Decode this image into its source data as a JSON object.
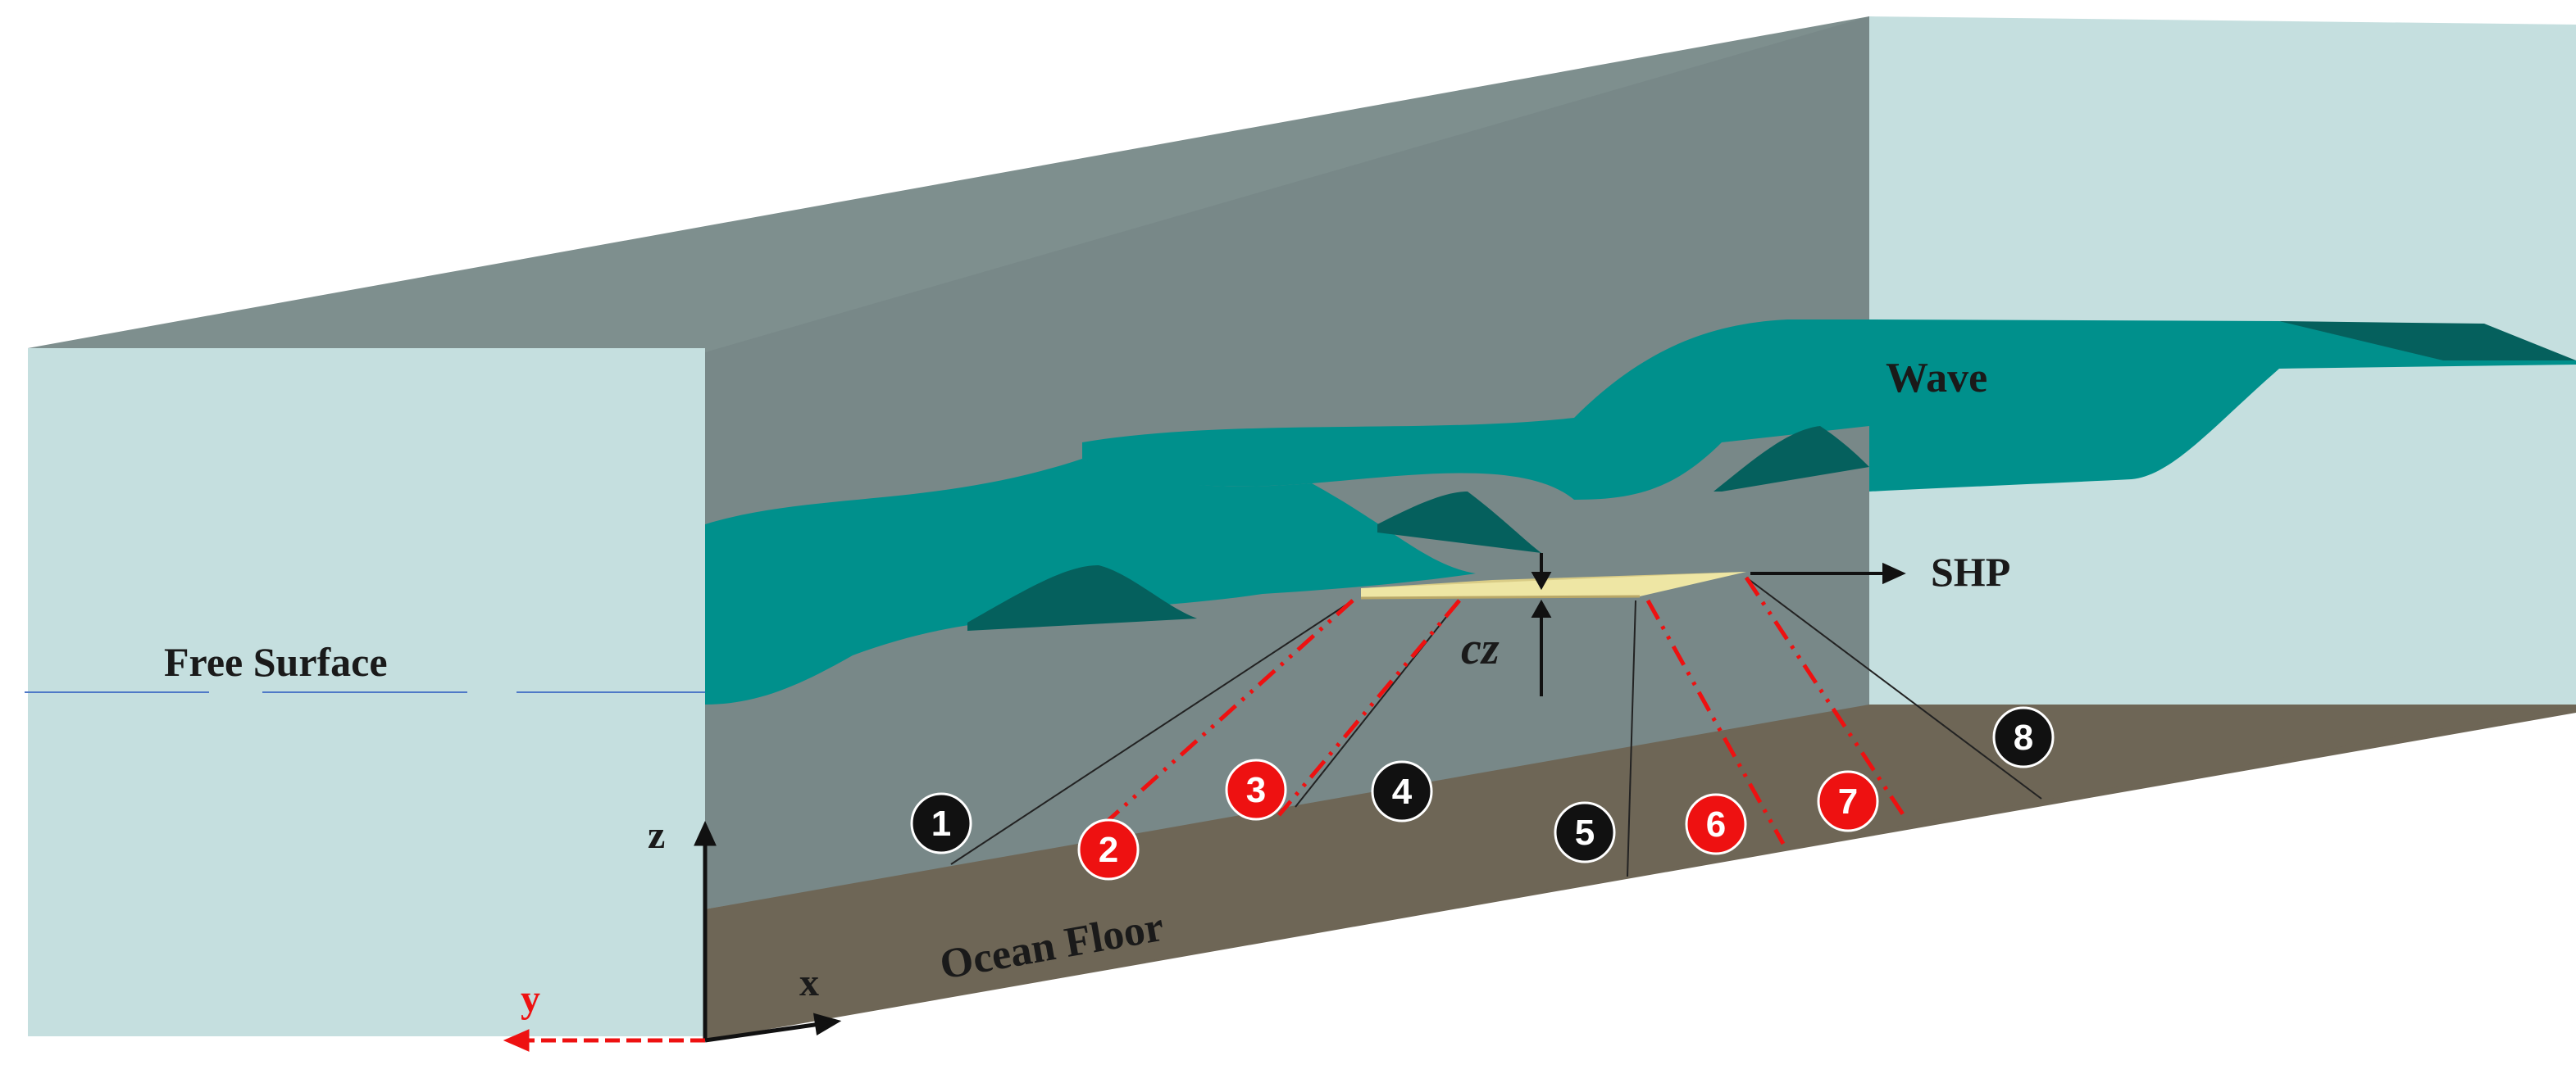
{
  "labels": {
    "wave": "Wave",
    "shp": "SHP",
    "cz": "cz",
    "free_surface": "Free Surface",
    "ocean_floor": "Ocean Floor"
  },
  "axes": {
    "z": "z",
    "x": "x",
    "y": "y"
  },
  "sensors": [
    {
      "id": "1",
      "color": "#111111"
    },
    {
      "id": "2",
      "color": "#ee1111"
    },
    {
      "id": "3",
      "color": "#ee1111"
    },
    {
      "id": "4",
      "color": "#111111"
    },
    {
      "id": "5",
      "color": "#111111"
    },
    {
      "id": "6",
      "color": "#ee1111"
    },
    {
      "id": "7",
      "color": "#ee1111"
    },
    {
      "id": "8",
      "color": "#111111"
    }
  ],
  "colors": {
    "side_walls": "#c5dfdf",
    "back_wall": "#788888",
    "top_wall": "#7e8f8e",
    "wave": "#00908c",
    "wave_shadow": "#05605d",
    "ocean_floor": "#6e6656",
    "plate": "#eee6a4",
    "red_lines": "#ee1111"
  }
}
